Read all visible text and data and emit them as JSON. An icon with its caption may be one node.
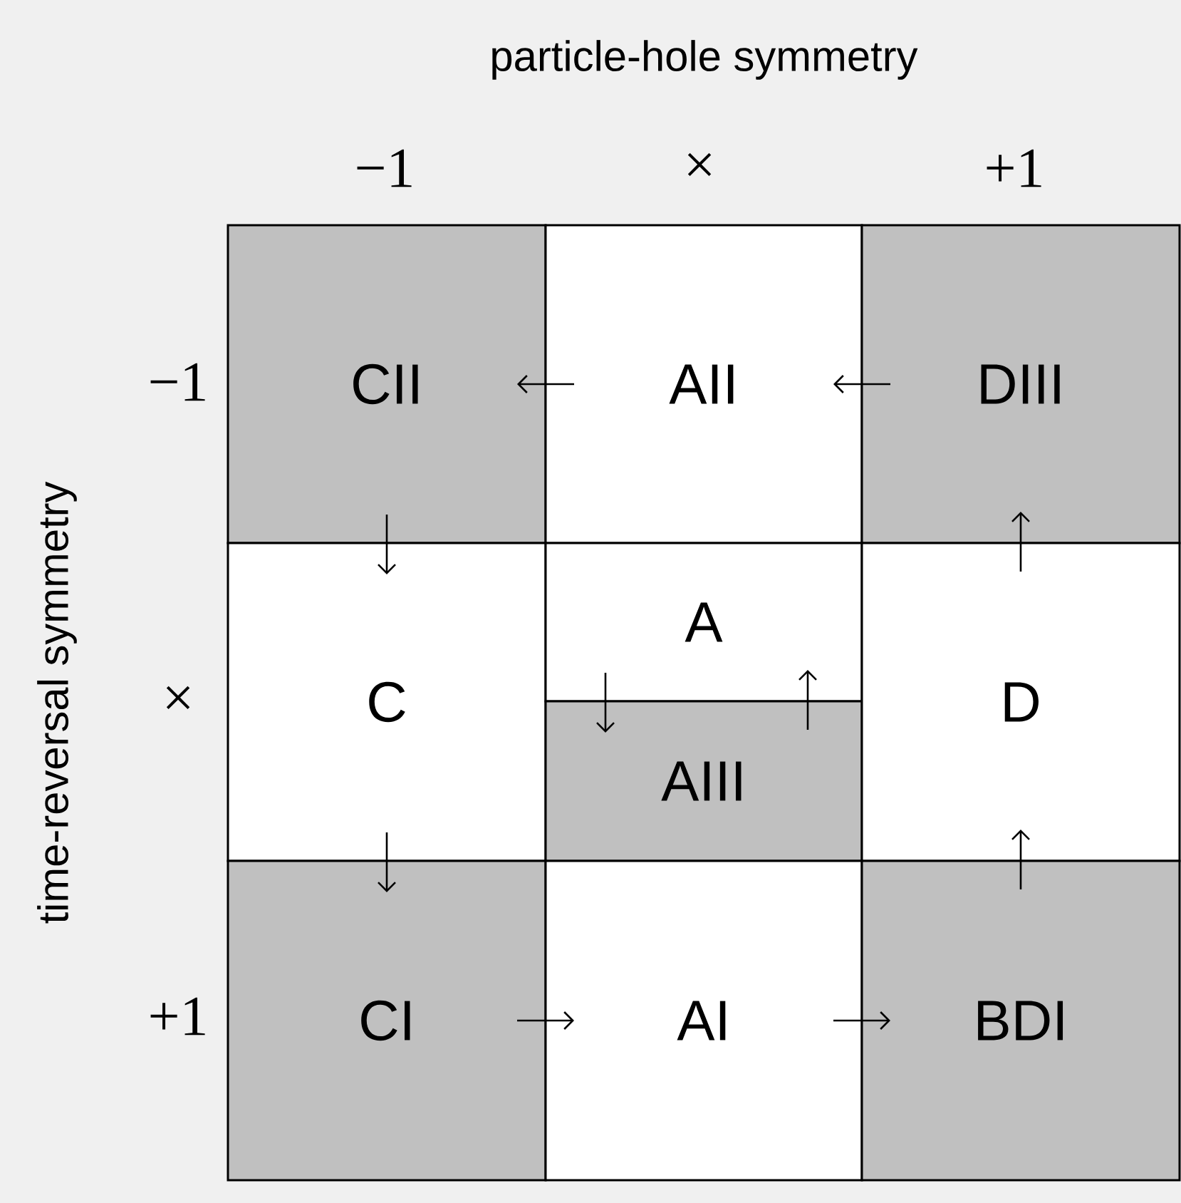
{
  "diagram": {
    "nodes": [
      {
        "text": [
          "CII"
        ]
      },
      {
        "text": [
          "AII"
        ]
      },
      {
        "text": [
          "DIII"
        ]
      },
      {
        "text": [
          "C"
        ]
      },
      {
        "text": [
          "A"
        ]
      },
      {
        "text": [
          "AIII"
        ]
      },
      {
        "text": [
          "D"
        ]
      },
      {
        "text": [
          "CI"
        ]
      },
      {
        "text": [
          "AI"
        ]
      },
      {
        "text": [
          "BDI"
        ]
      }
    ],
    "edges": [
      {
        "from": 1,
        "to": 0,
        "arrow": "to"
      },
      {
        "from": 2,
        "to": 1,
        "arrow": "to"
      },
      {
        "from": 0,
        "to": 3,
        "arrow": "to"
      },
      {
        "from": 3,
        "to": 7,
        "arrow": "to"
      },
      {
        "from": 7,
        "to": 8,
        "arrow": "to"
      },
      {
        "from": 8,
        "to": 9,
        "arrow": "to"
      },
      {
        "from": 9,
        "to": 6,
        "arrow": "to"
      },
      {
        "from": 6,
        "to": 2,
        "arrow": "to"
      },
      {
        "from": 4,
        "to": 5,
        "arrow": "to"
      },
      {
        "from": 5,
        "to": 4,
        "arrow": "to"
      }
    ],
    "labels": [
      "particle-hole symmetry",
      "−1",
      "×",
      "+1",
      "time-reversal symmetry",
      "−1",
      "×",
      "+1"
    ]
  }
}
